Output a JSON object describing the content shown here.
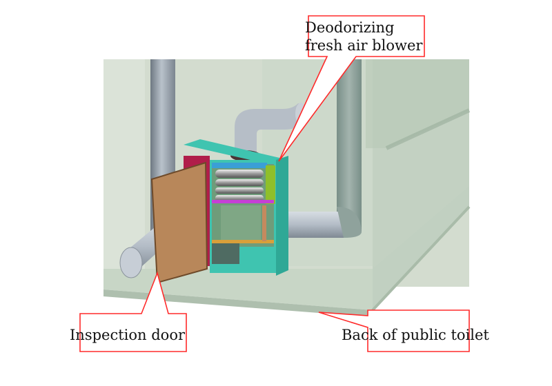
{
  "diagram": {
    "subject": "Deodorizing fresh air blower installation at back of public toilet",
    "callouts": [
      {
        "id": "blower",
        "lines": [
          "Deodorizing",
          "fresh air blower"
        ]
      },
      {
        "id": "door",
        "lines": [
          "Inspection door"
        ]
      },
      {
        "id": "back",
        "lines": [
          "Back of public toilet"
        ]
      }
    ],
    "colors": {
      "callout_border": "#ff2a2a",
      "room_glass": "#c9d9c6",
      "pipe": "#aeb8c2",
      "blower_body": "#3fc4b0",
      "door_panel": "#b8875a",
      "blower_side": "#b01e4a",
      "accent_magenta": "#c53fd6",
      "flange": "#4a3434"
    }
  }
}
